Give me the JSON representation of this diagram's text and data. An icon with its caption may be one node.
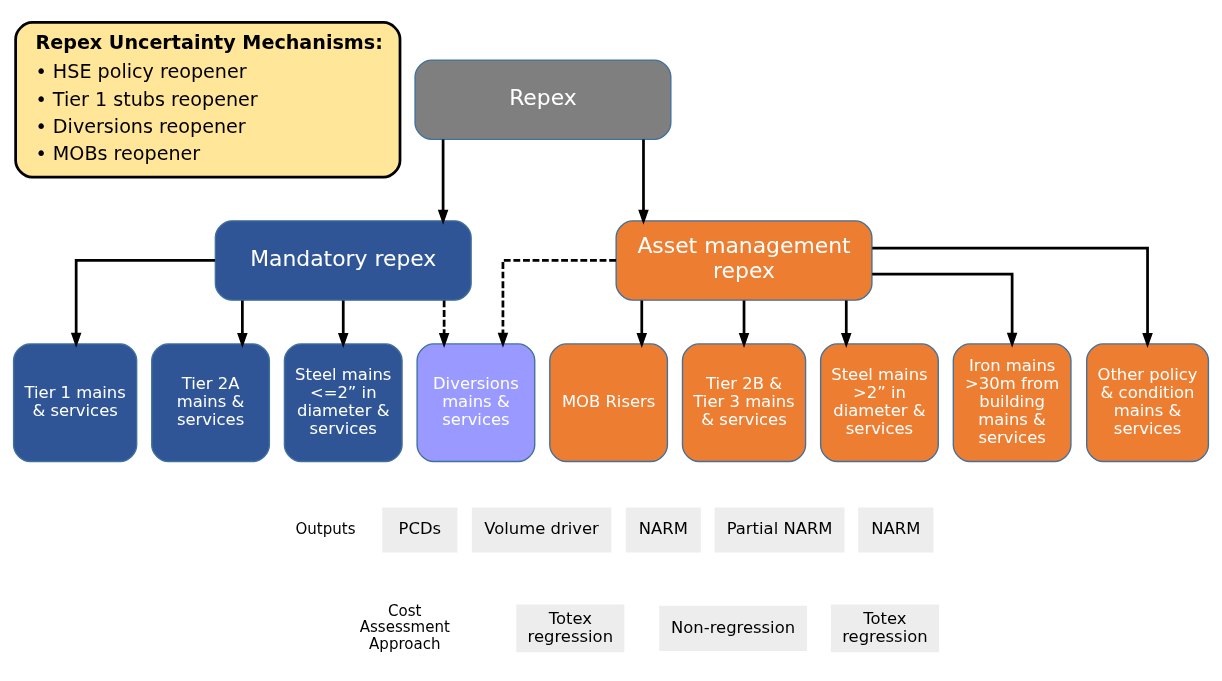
{
  "diagram": {
    "nodes": [
      {
        "text": [
          "Repex Uncertainty Mechanisms:",
          "• HSE policy reopener",
          "• Tier 1 stubs reopener",
          "• Diversions reopener",
          "• MOBs reopener"
        ]
      },
      {
        "text": [
          "Repex"
        ]
      },
      {
        "text": [
          "Mandatory repex"
        ]
      },
      {
        "text": [
          "Asset management repex"
        ]
      },
      {
        "text": [
          "Tier 1 mains & services"
        ]
      },
      {
        "text": [
          "Tier 2A mains & services"
        ]
      },
      {
        "text": [
          "Steel mains <=2” in diameter & services"
        ]
      },
      {
        "text": [
          "Diversions mains & services"
        ]
      },
      {
        "text": [
          "MOB Risers"
        ]
      },
      {
        "text": [
          "Tier 2B & Tier 3 mains & services"
        ]
      },
      {
        "text": [
          "Steel mains >2” in diameter & services"
        ]
      },
      {
        "text": [
          "Iron mains >30m from building mains & services"
        ]
      },
      {
        "text": [
          "Other policy & condition mains & services"
        ]
      },
      {
        "text": [
          "PCDs"
        ]
      },
      {
        "text": [
          "Volume driver"
        ]
      },
      {
        "text": [
          "NARM"
        ]
      },
      {
        "text": [
          "Partial NARM"
        ]
      },
      {
        "text": [
          "NARM"
        ]
      },
      {
        "text": [
          "Totex regression"
        ]
      },
      {
        "text": [
          "Non-regression"
        ]
      },
      {
        "text": [
          "Totex regression"
        ]
      }
    ],
    "edges": [
      {
        "from": 1,
        "to": 2,
        "arrow": "to"
      },
      {
        "from": 1,
        "to": 3,
        "arrow": "to"
      },
      {
        "from": 2,
        "to": 4,
        "arrow": "to"
      },
      {
        "from": 2,
        "to": 5,
        "arrow": "to"
      },
      {
        "from": 2,
        "to": 6,
        "arrow": "to"
      },
      {
        "from": 2,
        "to": 7,
        "arrow": "to",
        "style": "dashed"
      },
      {
        "from": 3,
        "to": 7,
        "arrow": "to",
        "style": "dashed"
      },
      {
        "from": 3,
        "to": 8,
        "arrow": "to"
      },
      {
        "from": 3,
        "to": 9,
        "arrow": "to"
      },
      {
        "from": 3,
        "to": 10,
        "arrow": "to"
      },
      {
        "from": 3,
        "to": 11,
        "arrow": "to"
      },
      {
        "from": 3,
        "to": 12,
        "arrow": "to"
      }
    ],
    "labels": [
      "Outputs",
      "Cost Assessment Approach"
    ]
  }
}
